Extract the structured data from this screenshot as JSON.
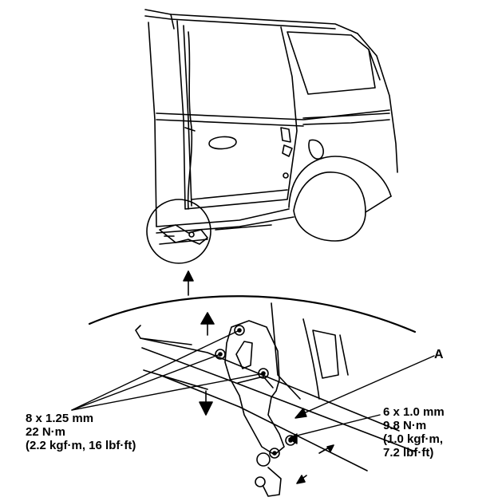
{
  "callouts": {
    "part_a": "A",
    "left_bolt": {
      "size": "8 x 1.25 mm",
      "torque_nm": "22 N·m",
      "torque_alt": "(2.2 kgf·m, 16 lbf·ft)"
    },
    "right_bolt": {
      "size": "6 x 1.0 mm",
      "torque_nm": "9.8 N·m",
      "torque_alt_1": "(1.0 kgf·m,",
      "torque_alt_2": "7.2 lbf·ft)"
    }
  },
  "colors": {
    "ink": "#000000",
    "paper": "#ffffff"
  }
}
